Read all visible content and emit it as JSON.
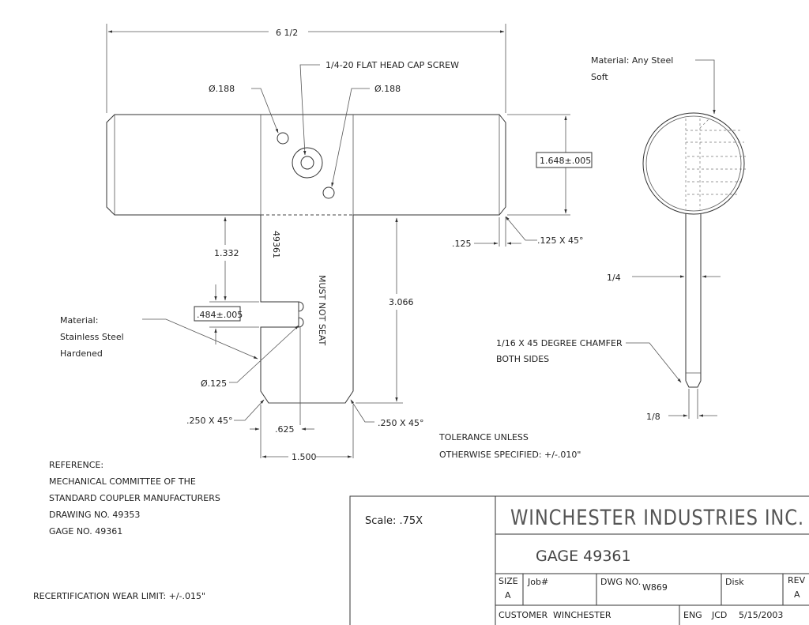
{
  "dimensions": {
    "overall_length": "6 1/2",
    "screw": "1/4-20 FLAT HEAD CAP SCREW",
    "hole_left": "Ø.188",
    "hole_right": "Ø.188",
    "height_tol": "1.648±.005",
    "chamfer_right": ".125 X 45°",
    "edge_125": ".125",
    "dim_1332": "1.332",
    "dim_3066": "3.066",
    "slot_tol": ".484±.005",
    "hole_125": "Ø.125",
    "chamfer_left": ".250 X 45°",
    "chamfer_bottom_right": ".250 X 45°",
    "dim_625": ".625",
    "dim_1500": "1.500",
    "part_number_mark": "49361",
    "must_not_seat": "MUST NOT SEAT"
  },
  "materials": {
    "body": [
      "Material:",
      "Stainless Steel",
      "Hardened"
    ],
    "pin": [
      "Material: Any Steel",
      "Soft"
    ]
  },
  "side_view": {
    "dim_quarter": "1/4",
    "chamfer_note": [
      "1/16 X 45 DEGREE CHAMFER",
      "BOTH SIDES"
    ],
    "dim_eighth": "1/8"
  },
  "notes": {
    "tolerance": [
      "TOLERANCE UNLESS",
      "OTHERWISE SPECIFIED: +/-.010\""
    ],
    "reference": [
      "REFERENCE:",
      "MECHANICAL COMMITTEE OF THE",
      "STANDARD COUPLER MANUFACTURERS",
      "DRAWING NO. 49353",
      "GAGE NO. 49361"
    ],
    "wear_limit": "RECERTIFICATION WEAR LIMIT: +/-.015\""
  },
  "title_block": {
    "scale": "Scale: .75X",
    "company": "WINCHESTER INDUSTRIES INC.",
    "title": "GAGE 49361",
    "size_label": "SIZE",
    "size_value": "A",
    "job_label": "Job#",
    "dwg_label": "DWG NO.",
    "dwg_value": "W869",
    "disk_label": "Disk",
    "rev_label": "REV",
    "rev_value": "A",
    "customer_label": "CUSTOMER",
    "customer_value": "WINCHESTER",
    "eng_label": "ENG",
    "eng_value": "JCD",
    "date": "5/15/2003"
  }
}
